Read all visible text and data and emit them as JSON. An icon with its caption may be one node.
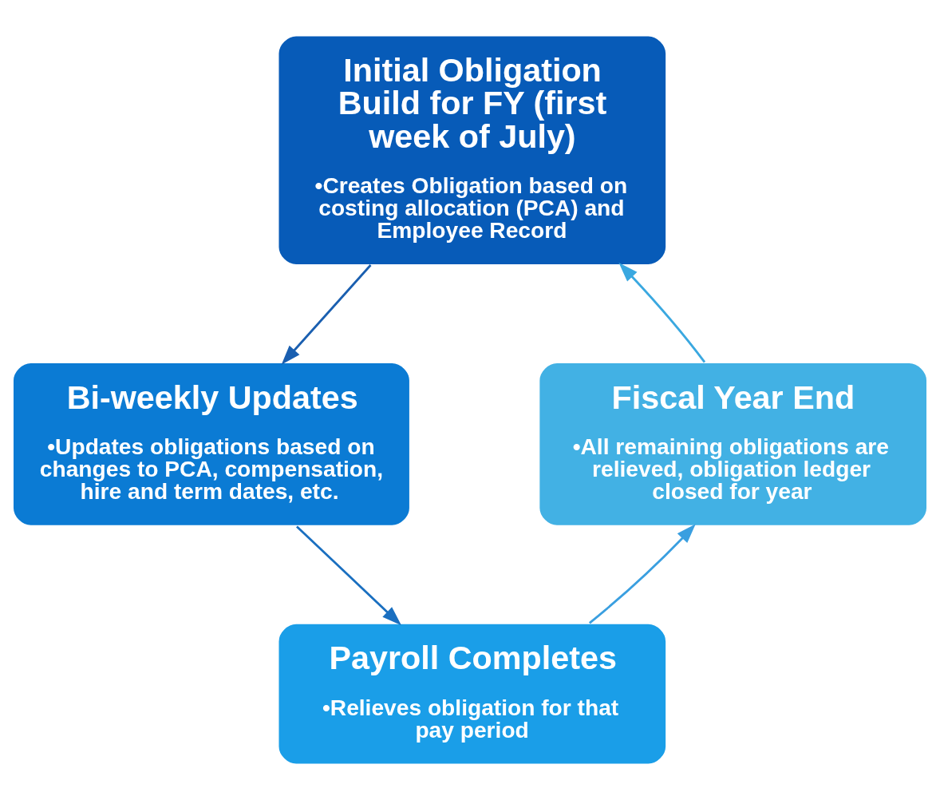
{
  "diagram": {
    "nodes": [
      {
        "text": [
          "Initial Obligation Build for FY (first week of July)",
          "•Creates Obligation based on costing allocation (PCA) and Employee Record"
        ]
      },
      {
        "text": [
          "Bi-weekly Updates",
          "•Updates obligations based on changes to PCA, compensation, hire and term dates, etc."
        ]
      },
      {
        "text": [
          "Payroll Completes",
          "•Relieves obligation for that pay period"
        ]
      },
      {
        "text": [
          "Fiscal Year End",
          "•All remaining obligations are relieved, obligation ledger closed for year"
        ]
      }
    ],
    "edges": [
      {
        "from": 0,
        "to": 1,
        "arrow": "to"
      },
      {
        "from": 1,
        "to": 2,
        "arrow": "to"
      },
      {
        "from": 2,
        "to": 3,
        "arrow": "to"
      },
      {
        "from": 3,
        "to": 0,
        "arrow": "to"
      }
    ]
  }
}
